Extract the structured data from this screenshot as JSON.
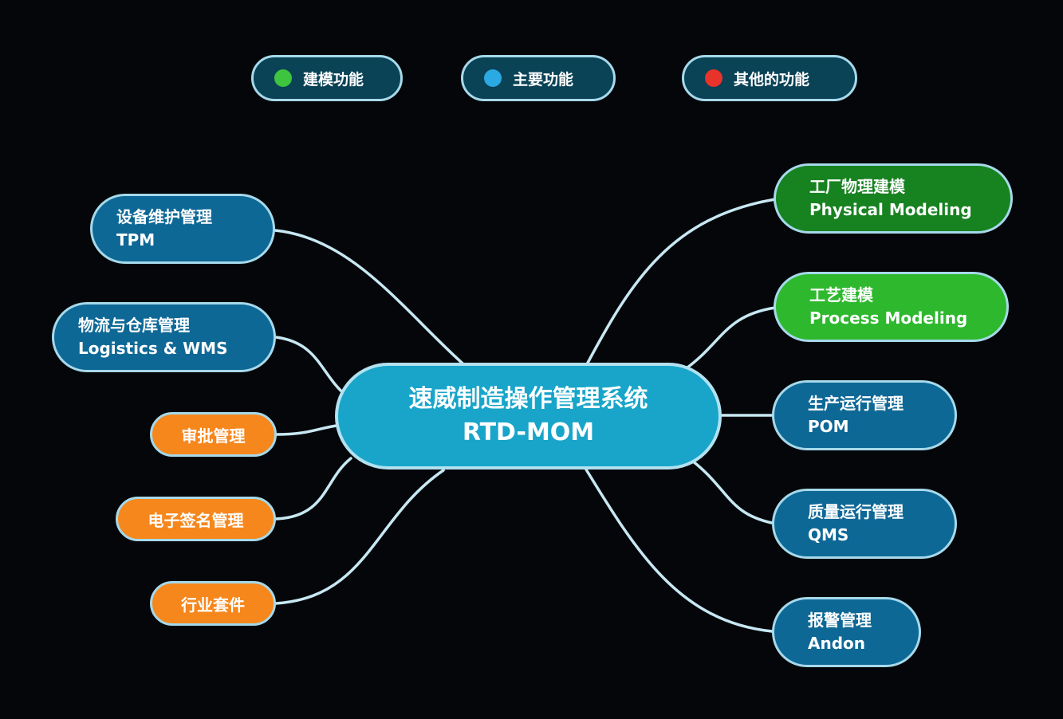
{
  "legend": {
    "items": [
      {
        "label": "建模功能",
        "color": "#3ec43e"
      },
      {
        "label": "主要功能",
        "color": "#2aa9e2"
      },
      {
        "label": "其他的功能",
        "color": "#e8332a"
      }
    ]
  },
  "center": {
    "line1": "速威制造操作管理系统",
    "line2": "RTD-MOM",
    "color": "#18a5c9"
  },
  "nodes": {
    "left": [
      {
        "line1": "设备维护管理",
        "line2": "TPM",
        "color": "#0e6896"
      },
      {
        "line1": "物流与仓库管理",
        "line2": "Logistics & WMS",
        "color": "#0e6896"
      },
      {
        "line1": "审批管理",
        "color": "#f6871c"
      },
      {
        "line1": "电子签名管理",
        "color": "#f6871c"
      },
      {
        "line1": "行业套件",
        "color": "#f6871c"
      }
    ],
    "right": [
      {
        "line1": "工厂物理建模",
        "line2": "Physical Modeling",
        "color": "#178220"
      },
      {
        "line1": "工艺建模",
        "line2": "Process Modeling",
        "color": "#2eb82e"
      },
      {
        "line1": "生产运行管理",
        "line2": "POM",
        "color": "#0e6896"
      },
      {
        "line1": "质量运行管理",
        "line2": "QMS",
        "color": "#0e6896"
      },
      {
        "line1": "报警管理",
        "line2": "Andon",
        "color": "#0e6896"
      }
    ]
  },
  "edges": {
    "color": "#c7e8f3"
  }
}
